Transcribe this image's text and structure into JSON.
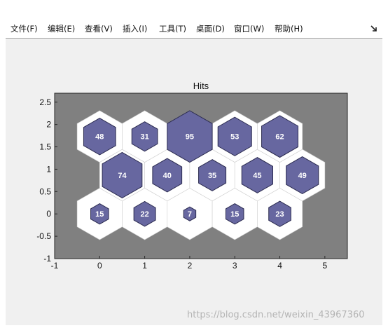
{
  "menu": {
    "items": [
      "文件(F)",
      "编辑(E)",
      "查看(V)",
      "插入(I)",
      "工具(T)",
      "桌面(D)",
      "窗口(W)",
      "帮助(H)"
    ],
    "dock_icon": "dock-arrow-icon"
  },
  "colors": {
    "figure_bg": "#f0f0f0",
    "axes_bg": "#808080",
    "cell_fill": "#ffffff",
    "hit_fill": "#6767a0",
    "hit_stroke": "#2c2c50",
    "hit_text": "#ffffff"
  },
  "chart_data": {
    "type": "hexagonal-hits",
    "title": "Hits",
    "xlabel": "",
    "ylabel": "",
    "xlim": [
      -1,
      5.5
    ],
    "ylim": [
      -1,
      2.7
    ],
    "xticks": [
      -1,
      0,
      1,
      2,
      3,
      4,
      5
    ],
    "yticks": [
      -1,
      -0.5,
      0,
      0.5,
      1,
      1.5,
      2,
      2.5
    ],
    "grid": false,
    "neurons": [
      {
        "x": 0,
        "y": 0,
        "hits": 15
      },
      {
        "x": 1,
        "y": 0,
        "hits": 22
      },
      {
        "x": 2,
        "y": 0,
        "hits": 7
      },
      {
        "x": 3,
        "y": 0,
        "hits": 15
      },
      {
        "x": 4,
        "y": 0,
        "hits": 23
      },
      {
        "x": 0.5,
        "y": 0.866,
        "hits": 74
      },
      {
        "x": 1.5,
        "y": 0.866,
        "hits": 40
      },
      {
        "x": 2.5,
        "y": 0.866,
        "hits": 35
      },
      {
        "x": 3.5,
        "y": 0.866,
        "hits": 45
      },
      {
        "x": 4.5,
        "y": 0.866,
        "hits": 49
      },
      {
        "x": 0,
        "y": 1.732,
        "hits": 48
      },
      {
        "x": 1,
        "y": 1.732,
        "hits": 31
      },
      {
        "x": 2,
        "y": 1.732,
        "hits": 95
      },
      {
        "x": 3,
        "y": 1.732,
        "hits": 53
      },
      {
        "x": 4,
        "y": 1.732,
        "hits": 62
      }
    ]
  }
}
